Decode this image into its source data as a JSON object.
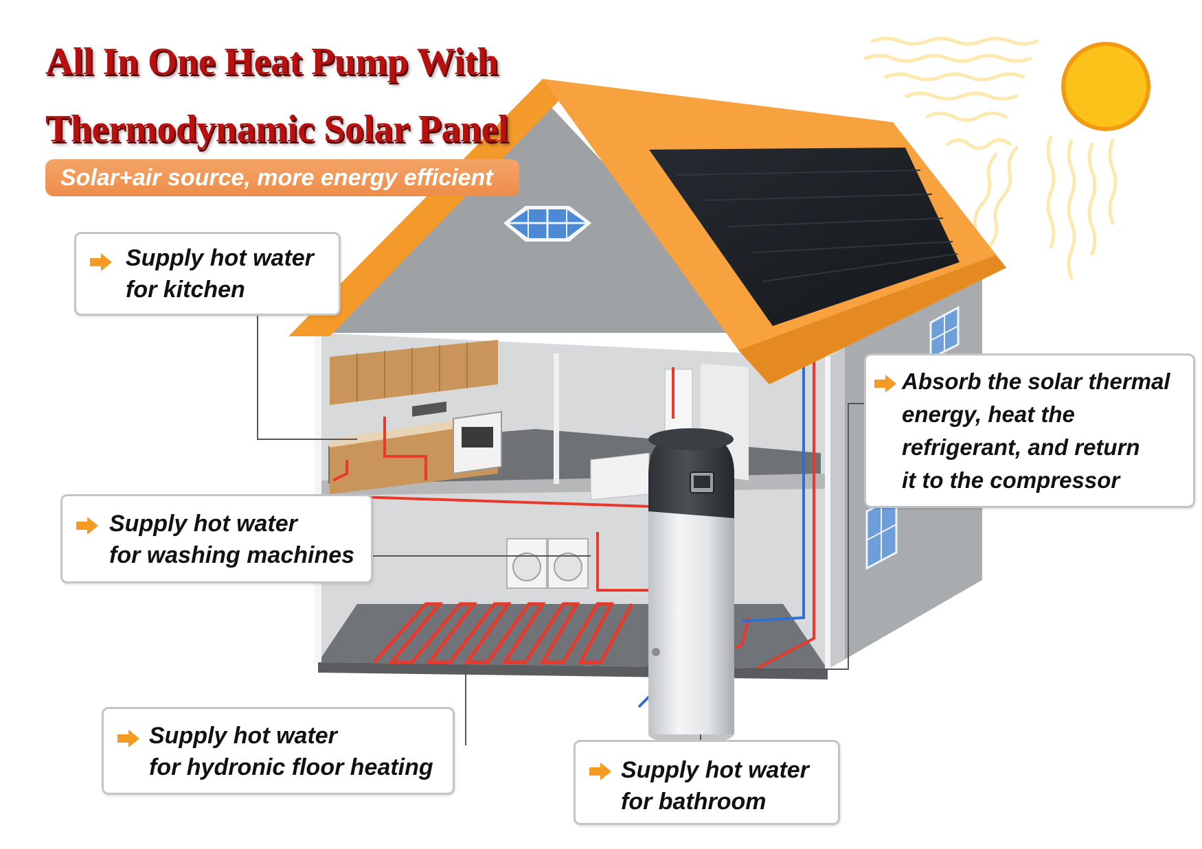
{
  "title": {
    "line1": "All In One Heat Pump With",
    "line2": "Thermodynamic Solar Panel"
  },
  "subtitle": "Solar+air source, more energy efficient",
  "callouts": {
    "kitchen": {
      "line1": "Supply hot water",
      "line2": "for kitchen"
    },
    "washing": {
      "line1": "Supply hot water",
      "line2": "for washing machines"
    },
    "floor": {
      "line1": "Supply hot water",
      "line2": "for hydronic floor heating"
    },
    "bathroom": {
      "line1": "Supply hot water",
      "line2": "for bathroom"
    },
    "solar": {
      "line1": "Absorb the solar thermal",
      "line2": "energy, heat the",
      "line3": "refrigerant, and return",
      "line4": "it to the compressor"
    }
  },
  "icons": [
    "arrow-right-icon",
    "sun-icon",
    "window-icon"
  ],
  "colors": {
    "title_red": "#b80f0f",
    "accent_orange": "#f59a23",
    "roof_orange": "#f7a23e",
    "hot_pipe": "#e83a2c",
    "cold_pipe": "#2e6fd0",
    "sun_yellow": "#fbc21a"
  }
}
